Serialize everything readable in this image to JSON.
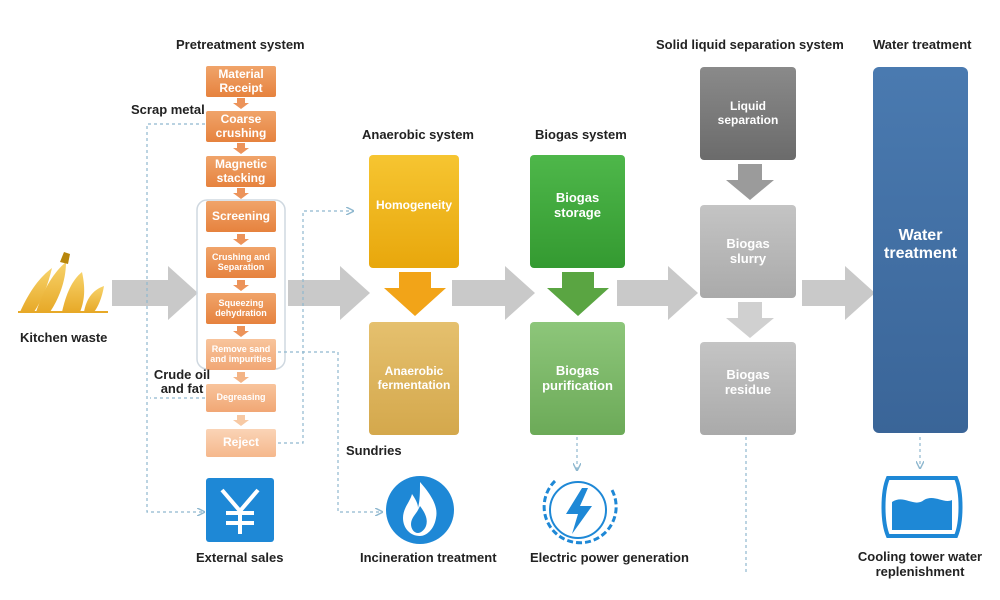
{
  "sections": {
    "pretreatment": "Pretreatment system",
    "anaerobic": "Anaerobic system",
    "biogas": "Biogas system",
    "solid_liquid": "Solid liquid separation system",
    "water": "Water treatment"
  },
  "pretreatment_steps": {
    "material_receipt": "Material\nReceipt",
    "coarse_crushing": "Coarse\ncrushing",
    "magnetic_stacking": "Magnetic\nstacking",
    "screening": "Screening",
    "crushing_separation": "Crushing and\nSeparation",
    "squeezing": "Squeezing\ndehydration",
    "remove_sand": "Remove sand\nand impurities",
    "degreasing": "Degreasing",
    "reject": "Reject"
  },
  "anaerobic_steps": {
    "homogeneity": "Homogeneity",
    "fermentation": "Anaerobic\nfermentation"
  },
  "biogas_steps": {
    "storage": "Biogas\nstorage",
    "purification": "Biogas\npurification"
  },
  "separation_steps": {
    "liquid": "Liquid\nseparation",
    "slurry": "Biogas\nslurry",
    "residue": "Biogas\nresidue"
  },
  "water_step": "Water\ntreatment",
  "side_labels": {
    "scrap_metal": "Scrap metal",
    "kitchen_waste": "Kitchen waste",
    "crude_oil": "Crude oil\nand fat",
    "sundries": "Sundries"
  },
  "outputs": {
    "external_sales": "External sales",
    "incineration": "Incineration treatment",
    "electric": "Electric power generation",
    "cooling": "Cooling tower water\nreplenishment"
  },
  "icons": {
    "kitchen_waste": "banana-peel-icon",
    "external_sales": "yen-icon",
    "incineration": "flame-icon",
    "electric": "lightning-bolt-icon",
    "cooling": "water-tank-icon"
  },
  "colors": {
    "pretreatment": "#e6823e",
    "anaerobic": "#e8a70c",
    "biogas": "#349a31",
    "separation": "#6b6b6b",
    "water": "#3a6598",
    "external_sales_icon": "#1e88d6",
    "incineration_icon": "#1e88d6",
    "electric_icon": "#1e88d6",
    "cooling_icon": "#1e88d6",
    "flow_arrow": "#c8c8c8",
    "dashed_line": "#8fb8cf"
  }
}
